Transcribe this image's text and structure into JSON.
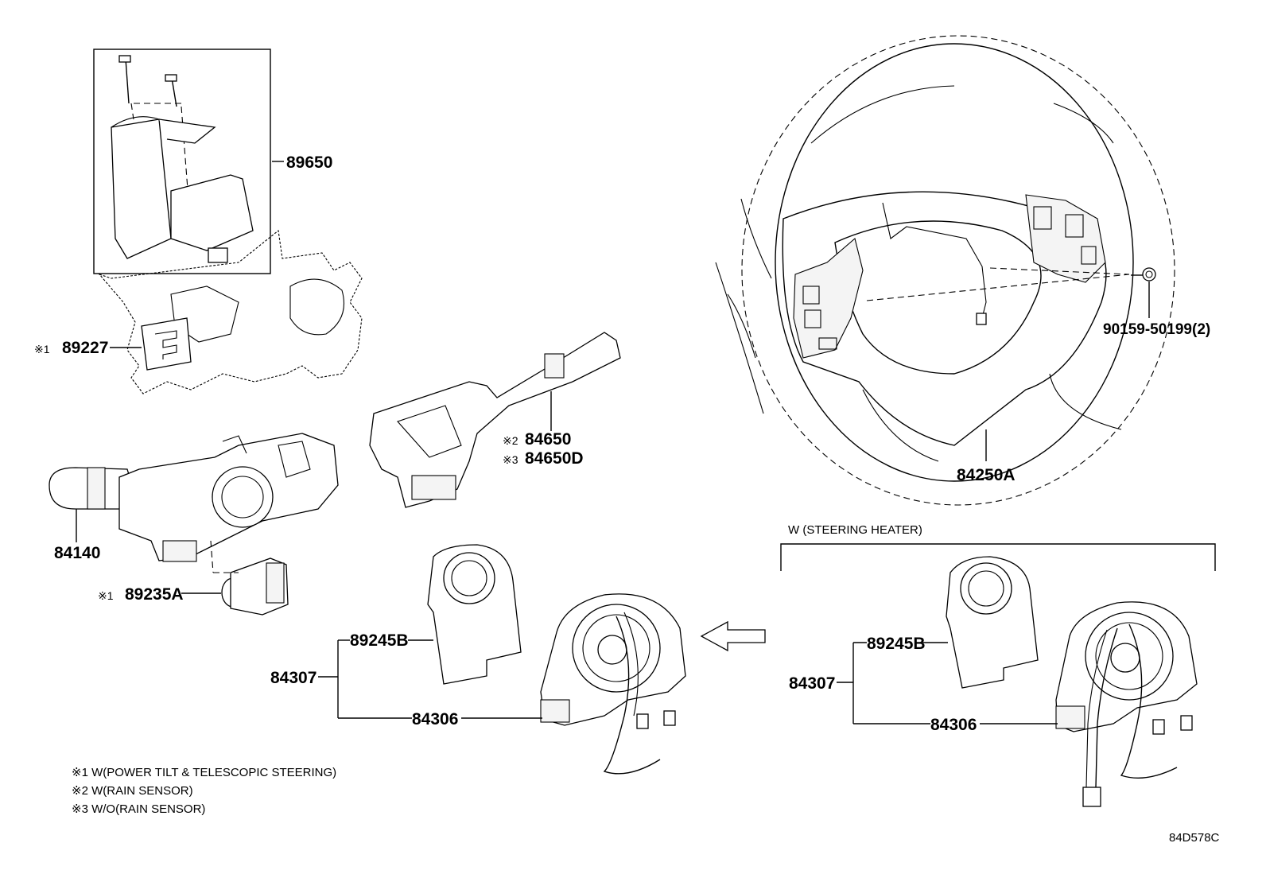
{
  "labels": {
    "p89650": "89650",
    "p89227": "89227",
    "p89227_mark": "※1",
    "p84650": "84650",
    "p84650_mark": "※2",
    "p84650D": "84650D",
    "p84650D_mark": "※3",
    "p84140": "84140",
    "p89235A": "89235A",
    "p89235A_mark": "※1",
    "p89245B_left": "89245B",
    "p84307_left": "84307",
    "p84306_left": "84306",
    "p84250A": "84250A",
    "p90159": "90159-50199(2)",
    "p89245B_right": "89245B",
    "p84307_right": "84307",
    "p84306_right": "84306",
    "heater_group": "W (STEERING HEATER)"
  },
  "notes": [
    "※1  W(POWER TILT & TELESCOPIC STEERING)",
    "※2 W(RAIN SENSOR)",
    "※3 W/O(RAIN SENSOR)"
  ],
  "diagram_ref": "84D578C"
}
